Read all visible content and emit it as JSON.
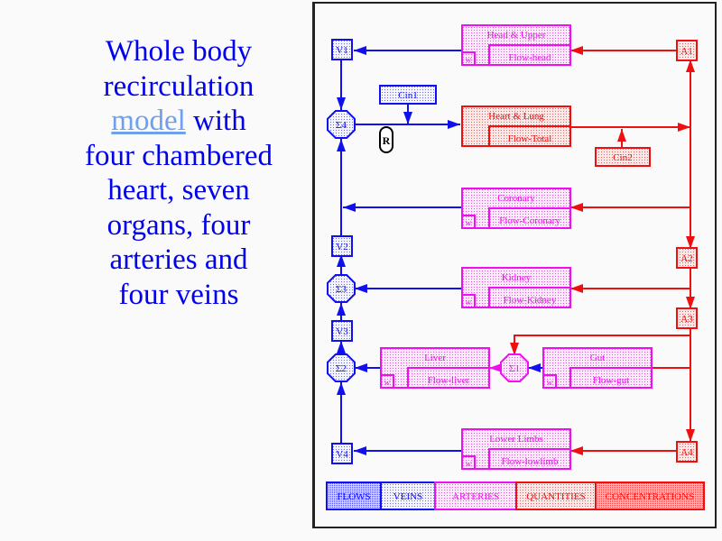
{
  "title": {
    "line1": "Whole body",
    "line2": "recirculation",
    "link": "model",
    "line3_rest": " with",
    "line4": "four chambered",
    "line5": "heart, seven",
    "line6": "organs, four",
    "line7": "arteries and",
    "line8": "four veins"
  },
  "colors": {
    "veins": "#1010ee",
    "arteries": "#ee10ee",
    "quantities": "#ee1010",
    "fill_blue": "#dcdcf8",
    "fill_magenta": "#f8c8f8",
    "fill_red": "#f8d0d0"
  },
  "diagram": {
    "organs": [
      {
        "id": "head",
        "name": "Head & Upper",
        "flow": "Flow-head",
        "w": "w",
        "type": "artery"
      },
      {
        "id": "heart",
        "name": "Heart & Lung",
        "flow": "Flow-Total",
        "w": "",
        "type": "quantity"
      },
      {
        "id": "coronary",
        "name": "Coronary",
        "flow": "Flow-Coronary",
        "w": "w",
        "type": "artery"
      },
      {
        "id": "kidney",
        "name": "Kidney",
        "flow": "Flow-Kidney",
        "w": "w",
        "type": "artery"
      },
      {
        "id": "liver",
        "name": "Liver",
        "flow": "Flow-liver",
        "w": "w",
        "type": "artery"
      },
      {
        "id": "gut",
        "name": "Gut",
        "flow": "Flow-gut",
        "w": "w",
        "type": "artery"
      },
      {
        "id": "lowlimb",
        "name": "Lower Limbs",
        "flow": "Flow-lowlimb",
        "w": "w",
        "type": "artery"
      }
    ],
    "veins": [
      "V1",
      "V2",
      "V3",
      "V4"
    ],
    "arteries": [
      "A1",
      "A2",
      "A3",
      "A4"
    ],
    "sums": [
      "Σ4",
      "Σ3",
      "Σ2",
      "Σ1"
    ],
    "inputs": {
      "cin1": "Cin1",
      "cin2": "Cin2",
      "r": "R"
    },
    "legend": [
      "FLOWS",
      "VEINS",
      "ARTERIES",
      "QUANTITIES",
      "CONCENTRATIONS"
    ]
  }
}
